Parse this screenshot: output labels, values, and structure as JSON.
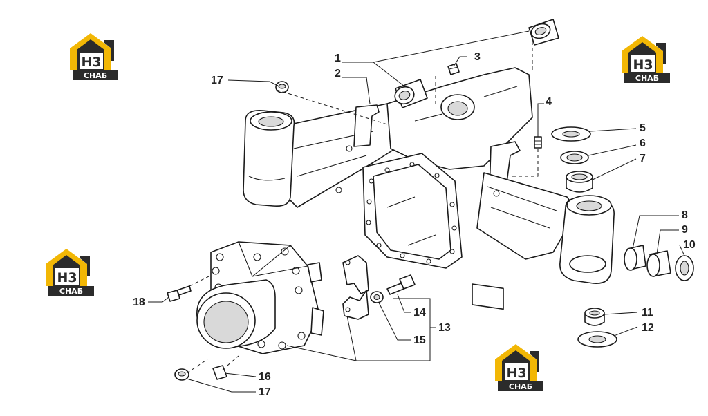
{
  "logo": {
    "mark": "H3",
    "caption": "СНАБ",
    "colors": {
      "roof": "#f2b705",
      "body": "#2b2b2b",
      "plate": "#ffffff"
    }
  },
  "callouts": [
    {
      "id": "1",
      "label": "1"
    },
    {
      "id": "2",
      "label": "2"
    },
    {
      "id": "3",
      "label": "3"
    },
    {
      "id": "4",
      "label": "4"
    },
    {
      "id": "5",
      "label": "5"
    },
    {
      "id": "6",
      "label": "6"
    },
    {
      "id": "7",
      "label": "7"
    },
    {
      "id": "8",
      "label": "8"
    },
    {
      "id": "9",
      "label": "9"
    },
    {
      "id": "10",
      "label": "10"
    },
    {
      "id": "11",
      "label": "11"
    },
    {
      "id": "12",
      "label": "12"
    },
    {
      "id": "13",
      "label": "13"
    },
    {
      "id": "14",
      "label": "14"
    },
    {
      "id": "15",
      "label": "15"
    },
    {
      "id": "16",
      "label": "16"
    },
    {
      "id": "17a",
      "label": "17"
    },
    {
      "id": "17b",
      "label": "17"
    },
    {
      "id": "18",
      "label": "18"
    }
  ]
}
